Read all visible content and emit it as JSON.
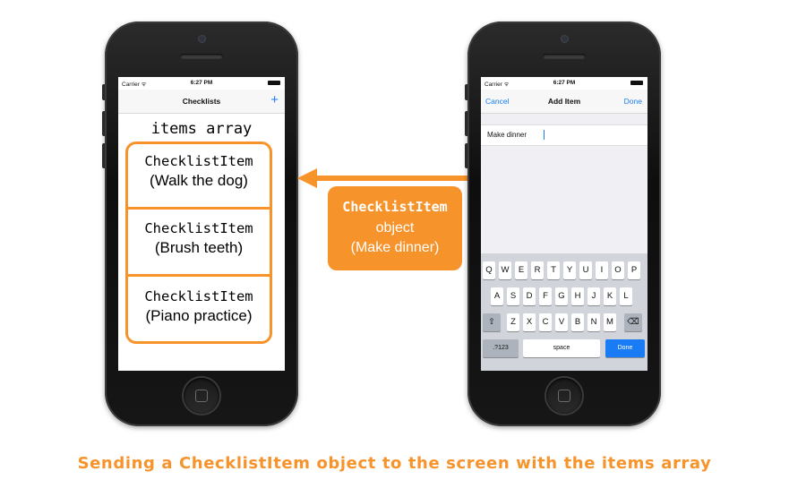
{
  "left_phone": {
    "status": {
      "carrier": "Carrier ᯤ",
      "time": "6:27 PM"
    },
    "nav": {
      "title": "Checklists",
      "add_icon": "+"
    },
    "array_label": "items array",
    "items": [
      {
        "class_name": "ChecklistItem",
        "text": "(Walk the dog)"
      },
      {
        "class_name": "ChecklistItem",
        "text": "(Brush teeth)"
      },
      {
        "class_name": "ChecklistItem",
        "text": "(Piano practice)"
      }
    ]
  },
  "right_phone": {
    "status": {
      "carrier": "Carrier ᯤ",
      "time": "6:27 PM"
    },
    "nav": {
      "cancel": "Cancel",
      "title": "Add Item",
      "done": "Done"
    },
    "field_value": "Make dinner",
    "keyboard": {
      "row1": [
        "Q",
        "W",
        "E",
        "R",
        "T",
        "Y",
        "U",
        "I",
        "O",
        "P"
      ],
      "row2": [
        "A",
        "S",
        "D",
        "F",
        "G",
        "H",
        "J",
        "K",
        "L"
      ],
      "row3": [
        "Z",
        "X",
        "C",
        "V",
        "B",
        "N",
        "M"
      ],
      "shift": "⇧",
      "backspace": "⌫",
      "numbers": ".?123",
      "space": "space",
      "done": "Done"
    }
  },
  "object_box": {
    "line1": "ChecklistItem",
    "line2": "object",
    "line3": "(Make dinner)"
  },
  "caption": "Sending a ChecklistItem object to the screen with the items array",
  "colors": {
    "accent": "#f7932b",
    "ios_blue": "#1a7cf5"
  }
}
